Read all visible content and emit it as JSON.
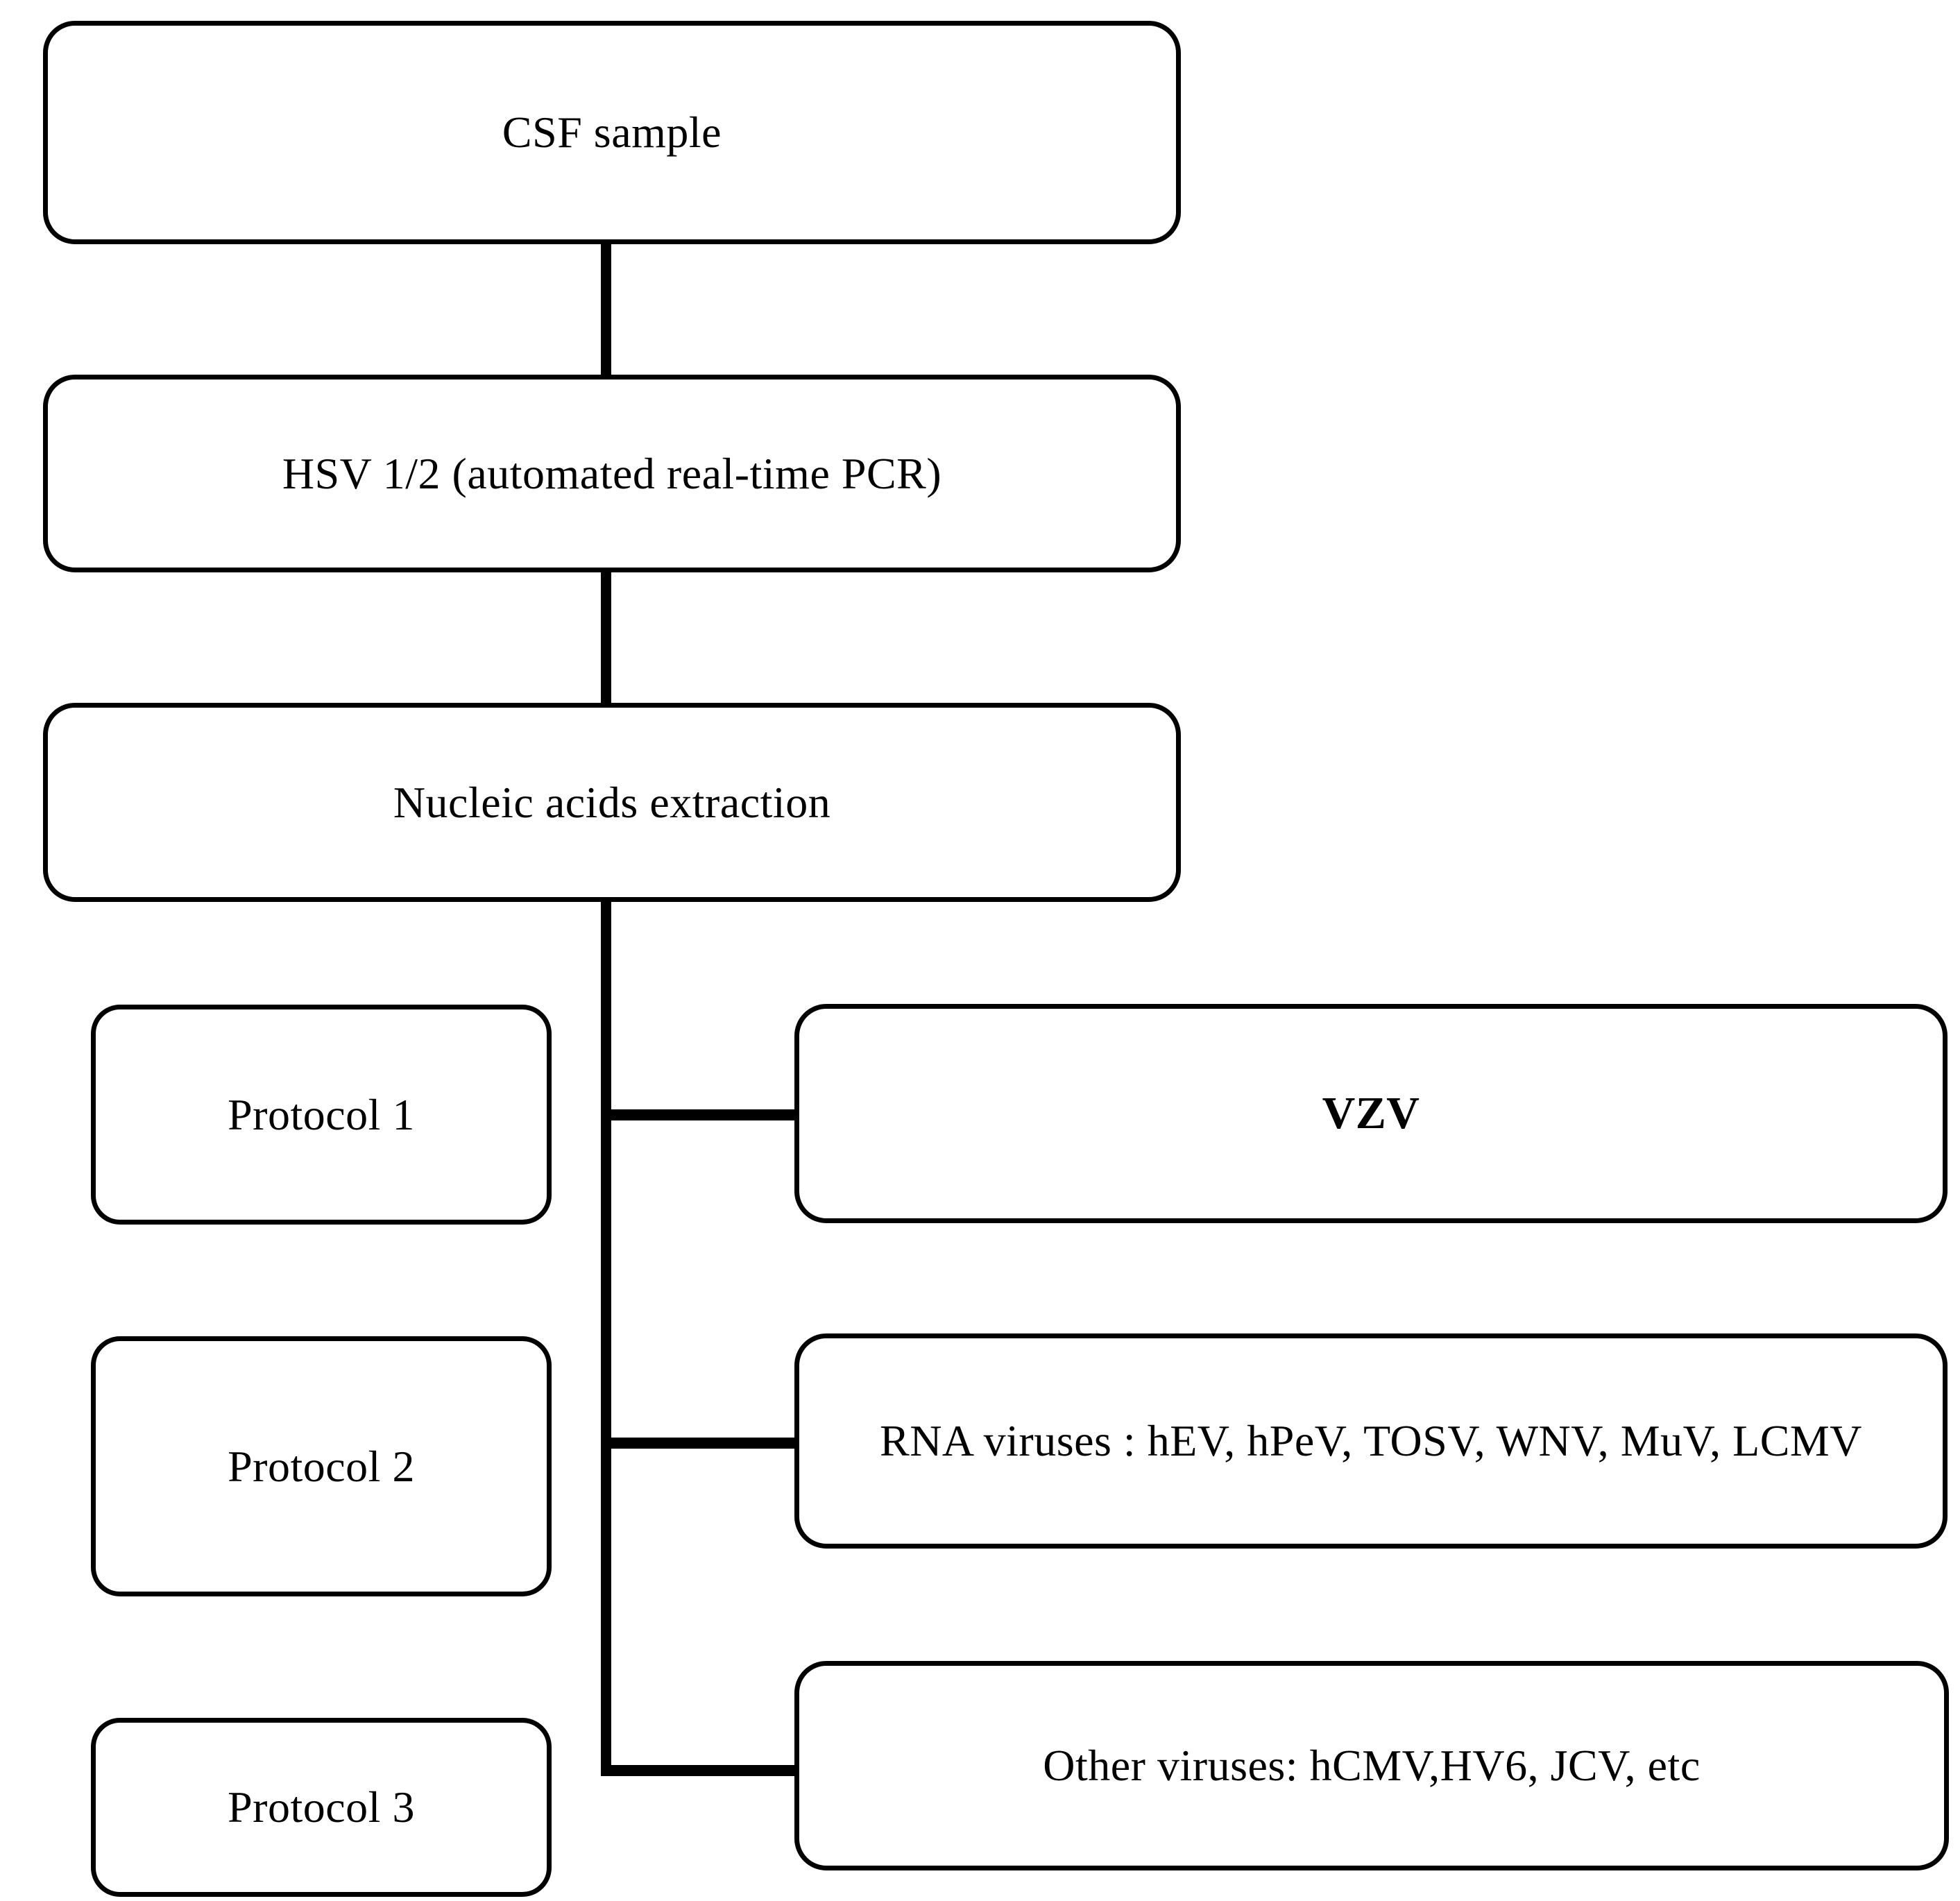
{
  "diagram": {
    "type": "flowchart",
    "background_color": "#ffffff",
    "stroke_color": "#000000",
    "main_nodes": [
      {
        "label": "CSF sample"
      },
      {
        "label": "HSV 1/2 (automated real-time PCR)"
      },
      {
        "label": "Nucleic acids extraction"
      }
    ],
    "branches": [
      {
        "protocol": "Protocol 1",
        "result": "VZV",
        "result_bold": true
      },
      {
        "protocol": "Protocol 2",
        "result": "RNA viruses : hEV, hPeV, TOSV, WNV, MuV, LCMV",
        "result_bold": false
      },
      {
        "protocol": "Protocol 3",
        "result": "Other viruses: hCMV,HV6, JCV, etc",
        "result_bold": false
      }
    ]
  }
}
